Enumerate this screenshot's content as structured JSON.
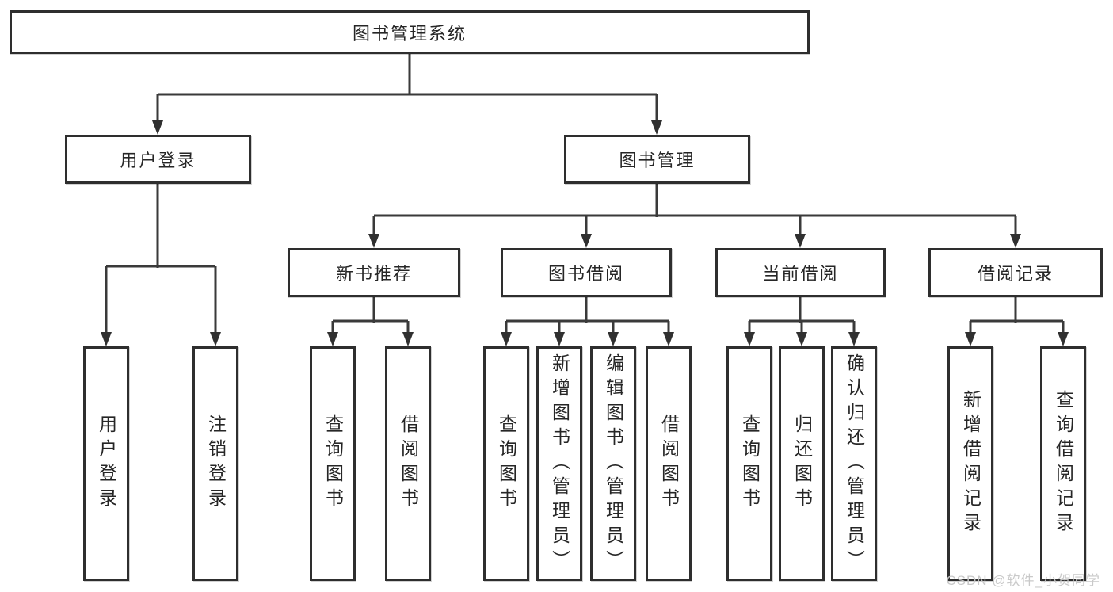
{
  "title": "图书管理系统",
  "colors": {
    "box_border": "#2e2e2e",
    "connector_line": "#3a3a3a",
    "text": "#262626",
    "watermark": "#c6c6c6",
    "background": "#ffffff"
  },
  "nodes": {
    "root": {
      "label": "图书管理系统"
    },
    "user_login": {
      "label": "用户登录",
      "children": {
        "login": {
          "label": "用户登录"
        },
        "logout": {
          "label": "注销登录"
        }
      }
    },
    "book_mgmt": {
      "label": "图书管理",
      "children": {
        "new_books": {
          "label": "新书推荐",
          "children": {
            "query_books": {
              "label": "查询图书"
            },
            "borrow_books": {
              "label": "借阅图书"
            }
          }
        },
        "book_borrow": {
          "label": "图书借阅",
          "children": {
            "query_books": {
              "label": "查询图书"
            },
            "add_books": {
              "label": "新增图书（管理员）"
            },
            "edit_books": {
              "label": "编辑图书（管理员）"
            },
            "borrow_books": {
              "label": "借阅图书"
            }
          }
        },
        "current_borrow": {
          "label": "当前借阅",
          "children": {
            "query_books": {
              "label": "查询图书"
            },
            "return_books": {
              "label": "归还图书"
            },
            "confirm_return": {
              "label": "确认归还（管理员）"
            }
          }
        },
        "borrow_records": {
          "label": "借阅记录",
          "children": {
            "add_record": {
              "label": "新增借阅记录"
            },
            "query_record": {
              "label": "查询借阅记录"
            }
          }
        }
      }
    }
  },
  "watermark": {
    "text": "CSDN @软件_小贺同学"
  }
}
